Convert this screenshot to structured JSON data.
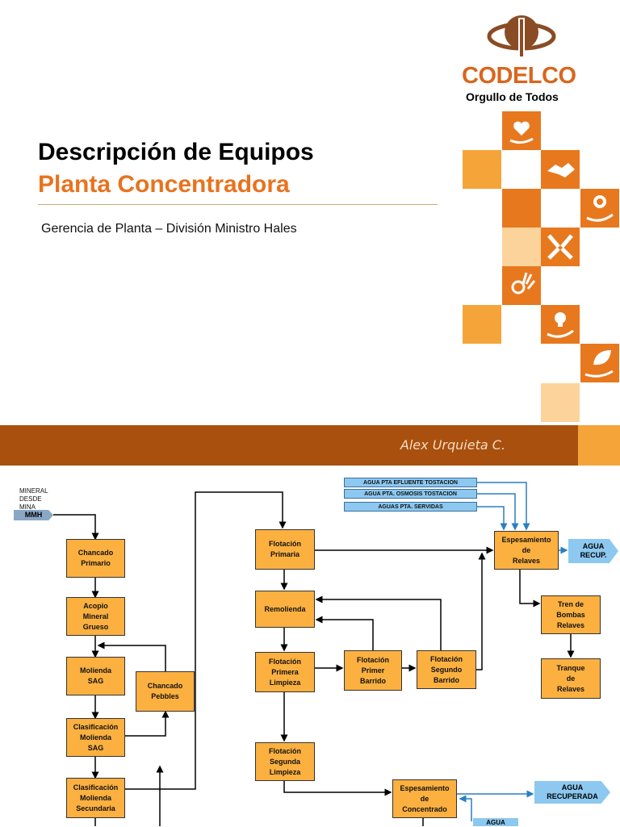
{
  "logo": {
    "name": "CODELCO",
    "tagline": "Orgullo de Todos"
  },
  "title": {
    "line1": "Descripción de Equipos",
    "line2": "Planta Concentradora"
  },
  "subtitle": "Gerencia de Planta – División Ministro Hales",
  "author": "Alex Urquieta C.",
  "colors": {
    "orange": "#e8731e",
    "brown_band": "#a9500e",
    "box": "#fbb040",
    "water": "#8cc8ef"
  },
  "value_icons": [
    "heart-hand-icon",
    "handshake-icon",
    "award-hand-icon",
    "joined-hands-icon",
    "ok-hand-icon",
    "lightbulb-hand-icon",
    "leaf-hand-icon"
  ],
  "diagram": {
    "source_label": "MINERAL\nDESDE\nMINA",
    "source_tag": "MMH",
    "boxes": {
      "chancado_primario": "Chancado\nPrimario",
      "acopio": "Acopio\nMineral\nGrueso",
      "molienda_sag": "Molienda\nSAG",
      "chancado_pebbles": "Chancado\nPebbles",
      "clasif_sag": "Clasificación\nMolienda\nSAG",
      "clasif_secundaria": "Clasificación\nMolienda\nSecundaria",
      "flotacion_primaria": "Flotación\nPrimaria",
      "remolienda": "Remolienda",
      "flotacion_primera_limpieza": "Flotación\nPrimera\nLimpieza",
      "flotacion_primer_barrido": "Flotación\nPrimer\nBarrido",
      "flotacion_segundo_barrido": "Flotación\nSegundo\nBarrido",
      "flotacion_segunda_limpieza": "Flotación\nSegunda\nLimpieza",
      "espesamiento_relaves": "Espesamiento\nde\nRelaves",
      "tren_bombas": "Tren de\nBombas\nRelaves",
      "tranque": "Tranque\nde\nRelaves",
      "espesamiento_concentrado": "Espesamiento\nde\nConcentrado"
    },
    "water_inputs": [
      "AGUA PTA EFLUENTE  TOSTACION",
      "AGUA PTA. OSMOSIS TOSTACION",
      "AGUAS PTA. SERVIDAS"
    ],
    "outputs": {
      "agua_recup": "AGUA\nRECUP.",
      "agua_recuperada": "AGUA\nRECUPERADA",
      "agua_bottom": "AGUA"
    }
  }
}
